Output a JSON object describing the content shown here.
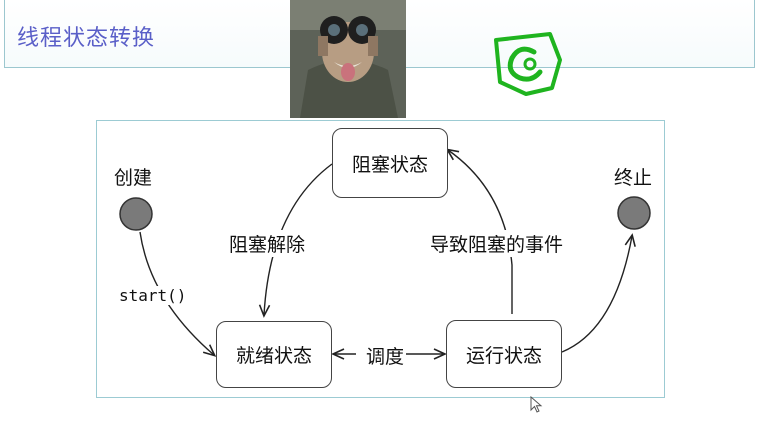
{
  "slide": {
    "title": "线程状态转换"
  },
  "diagram": {
    "start_node": {
      "label": "创建"
    },
    "end_node": {
      "label": "终止"
    },
    "states": {
      "blocked": "阻塞状态",
      "ready": "就绪状态",
      "running": "运行状态"
    },
    "transitions": {
      "start": "start()",
      "unblock": "阻塞解除",
      "schedule": "调度",
      "block_event": "导致阻塞的事件"
    }
  },
  "colors": {
    "title_text": "#5a5fc8",
    "frame_border": "#9ccbd3",
    "node_fill": "#7a7a7a",
    "logo_green": "#1fb41f"
  }
}
